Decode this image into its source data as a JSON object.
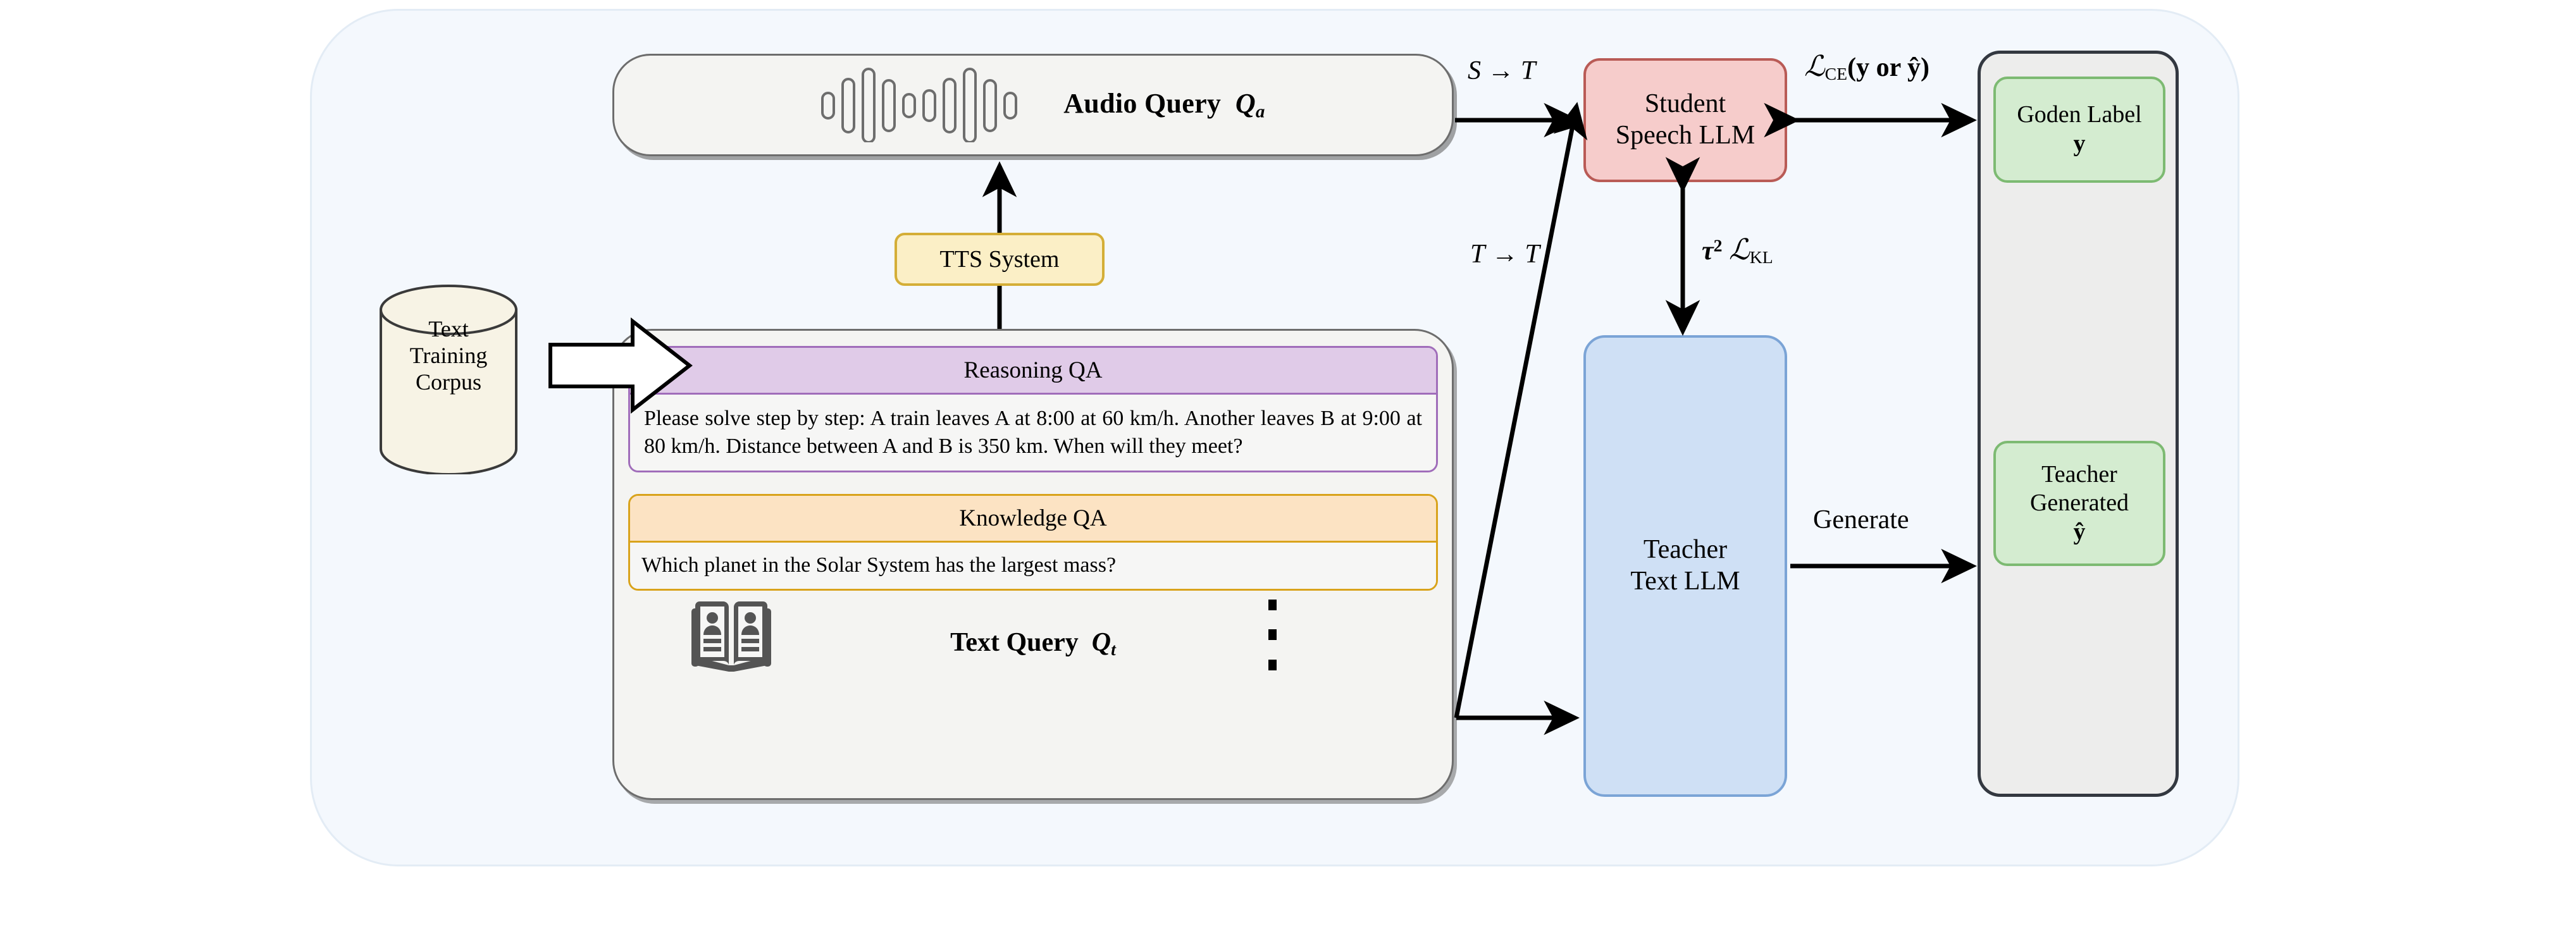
{
  "diagram": {
    "title": "Text-to-Speech Knowledge Distillation Pipeline",
    "colors": {
      "canvas": "#ffffff",
      "outer_panel_fill": "#f4f8fd",
      "outer_panel_border": "#e3ecf5",
      "card_fill": "#f4f4f2",
      "card_border": "#6d6d6d",
      "reasoning_accent": "#a06dba",
      "reasoning_head_fill": "#e0cbe8",
      "knowledge_accent": "#d9a31b",
      "knowledge_head_fill": "#fce3c3",
      "tts_fill": "#fbefc6",
      "tts_border": "#d4ae37",
      "student_fill": "#f6cccb",
      "student_border": "#b95b56",
      "teacher_fill": "#cfe0f5",
      "teacher_border": "#7ba4d6",
      "right_panel_fill": "#ededec",
      "right_panel_border": "#333840",
      "green_fill": "#d4ecd0",
      "green_border": "#7dba72",
      "corpus_fill": "#f7f3e5",
      "corpus_border": "#3a3a3a",
      "arrow": "#000000"
    }
  },
  "corpus": {
    "name": "text-training-corpus",
    "line1": "Text",
    "line2": "Training",
    "line3": "Corpus"
  },
  "audio_query": {
    "label": "Audio Query",
    "symbol": "Q",
    "symbol_sub": "a",
    "icon": "audio-waveform-icon"
  },
  "tts": {
    "label": "TTS System"
  },
  "text_query": {
    "label": "Text Query",
    "symbol": "Q",
    "symbol_sub": "t",
    "icon": "open-book-people-icon",
    "ellipsis": "vertical-ellipsis",
    "reasoning_qa": {
      "header": "Reasoning QA",
      "body": "Please solve step by step: A train leaves A at 8:00 at 60 km/h. Another leaves B at 9:00 at 80 km/h. Distance between A and B is 350 km. When will they meet?"
    },
    "knowledge_qa": {
      "header": "Knowledge QA",
      "body": "Which planet in the Solar System has the largest mass?"
    }
  },
  "student_llm": {
    "line1": "Student",
    "line2": "Speech LLM"
  },
  "teacher_llm": {
    "line1": "Teacher",
    "line2": "Text LLM"
  },
  "right_panel": {
    "golden_label": {
      "line1": "Goden Label",
      "symbol": "y"
    },
    "teacher_generated": {
      "line1": "Teacher",
      "line2": "Generated",
      "symbol": "ŷ"
    }
  },
  "edges": {
    "speech_to_text": {
      "from": "S",
      "arrow": "→",
      "to": "T"
    },
    "text_to_text": {
      "from": "T",
      "arrow": "→",
      "to": "T"
    },
    "ce_loss": {
      "cal": "ℒ",
      "sub": "CE",
      "args": "(y or ŷ)"
    },
    "kl_loss": {
      "tau": "τ",
      "exp": "2",
      "cal": "ℒ",
      "sub": "KL"
    },
    "generate": {
      "label": "Generate"
    }
  }
}
